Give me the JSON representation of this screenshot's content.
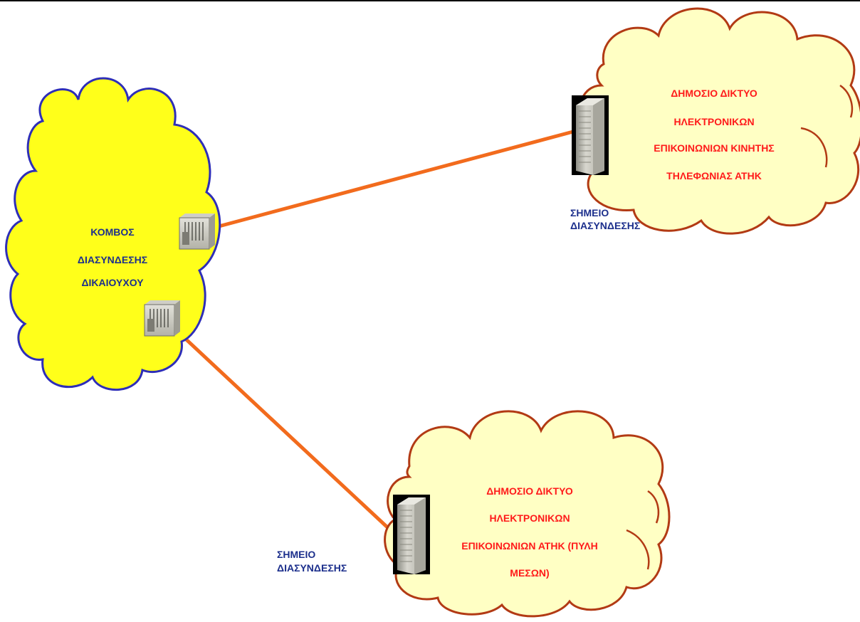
{
  "colors": {
    "link": "#f26b1d",
    "source_cloud_fill": "#ffff1a",
    "source_cloud_stroke": "#2e2eb8",
    "target_cloud_fill": "#ffffc4",
    "target_cloud_stroke": "#b23a14",
    "cloud_text": "#ff1a1a",
    "point_text": "#1c2f8c"
  },
  "source_node": {
    "lines": [
      "ΚΟΜΒΟΣ",
      "ΔΙΑΣΥΝΔΕΣΗΣ",
      "ΔΙΚΑΙΟΥΧΟΥ"
    ]
  },
  "mobile_network": {
    "lines": [
      "ΔΗΜΟΣΙΟ ΔΙΚΤΥΟ",
      "ΗΛΕΚΤΡΟΝΙΚΩΝ",
      "ΕΠΙΚΟΙΝΩΝΙΩΝ ΚΙΝΗΤΗΣ",
      "ΤΗΛΕΦΩΝΙΑΣ ΑΤΗΚ"
    ],
    "interconnection_point": [
      "ΣΗΜΕΙΟ",
      "ΔΙΑΣΥΝΔΕΣΗΣ"
    ]
  },
  "media_gateway_network": {
    "lines": [
      "ΔΗΜΟΣΙΟ ΔΙΚΤΥΟ",
      "ΗΛΕΚΤΡΟΝΙΚΩΝ",
      "ΕΠΙΚΟΙΝΩΝΙΩΝ ΑΤΗΚ (ΠΥΛΗ",
      "ΜΕΣΩΝ)"
    ],
    "interconnection_point": [
      "ΣΗΜΕΙΟ",
      "ΔΙΑΣΥΝΔΕΣΗΣ"
    ]
  },
  "icons": [
    "switch-icon",
    "server-tower-icon"
  ]
}
